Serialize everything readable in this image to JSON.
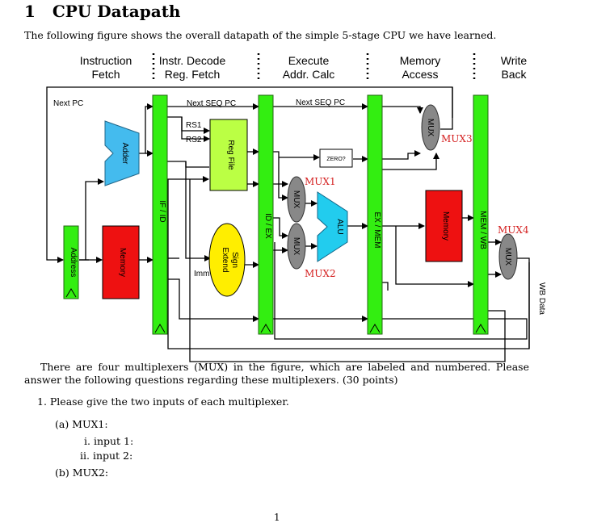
{
  "section": {
    "number": "1",
    "title": "CPU Datapath"
  },
  "intro": "The following figure shows the overall datapath of the simple 5-stage CPU we have learned.",
  "figure": {
    "stages": [
      {
        "line1": "Instruction",
        "line2": "Fetch"
      },
      {
        "line1": "Instr. Decode",
        "line2": "Reg. Fetch"
      },
      {
        "line1": "Execute",
        "line2": "Addr. Calc"
      },
      {
        "line1": "Memory",
        "line2": "Access"
      },
      {
        "line1": "Write",
        "line2": "Back"
      }
    ],
    "pipeline_registers": [
      "IF / ID",
      "ID / EX",
      "EX / MEM",
      "MEM / WB"
    ],
    "labels": {
      "next_pc": "Next PC",
      "next_seq_pc_1": "Next SEQ PC",
      "next_seq_pc_2": "Next SEQ PC",
      "rs1": "RS1",
      "rs2": "RS2",
      "imm": "Imm",
      "zero": "ZERO?",
      "wb_data": "WB Data"
    },
    "blocks": {
      "adder": "Adder",
      "address": "Address",
      "instr_memory": "Memory",
      "reg_file": "Reg File",
      "sign_extend_1": "Sign",
      "sign_extend_2": "Extend",
      "alu": "ALU",
      "data_memory": "Memory",
      "mux": "MUX"
    },
    "mux_labels": [
      "MUX1",
      "MUX2",
      "MUX3",
      "MUX4"
    ],
    "colors": {
      "pipeline_register": "#33ee11",
      "adder": "#44bbee",
      "memory": "#ee1111",
      "reg_file": "#bbff44",
      "sign_extend": "#ffee00",
      "alu": "#22ccee",
      "mux": "#888888",
      "mux_label": "#d42020"
    }
  },
  "paragraph": "There are four multiplexers (MUX) in the figure, which are labeled and numbered. Please answer the following questions regarding these multiplexers. (30 points)",
  "questions": {
    "q1": "1. Please give the two inputs of each multiplexer.",
    "a": "(a) MUX1:",
    "a_i": "i. input 1:",
    "a_ii": "ii. input 2:",
    "b": "(b) MUX2:"
  },
  "page_number": "1"
}
